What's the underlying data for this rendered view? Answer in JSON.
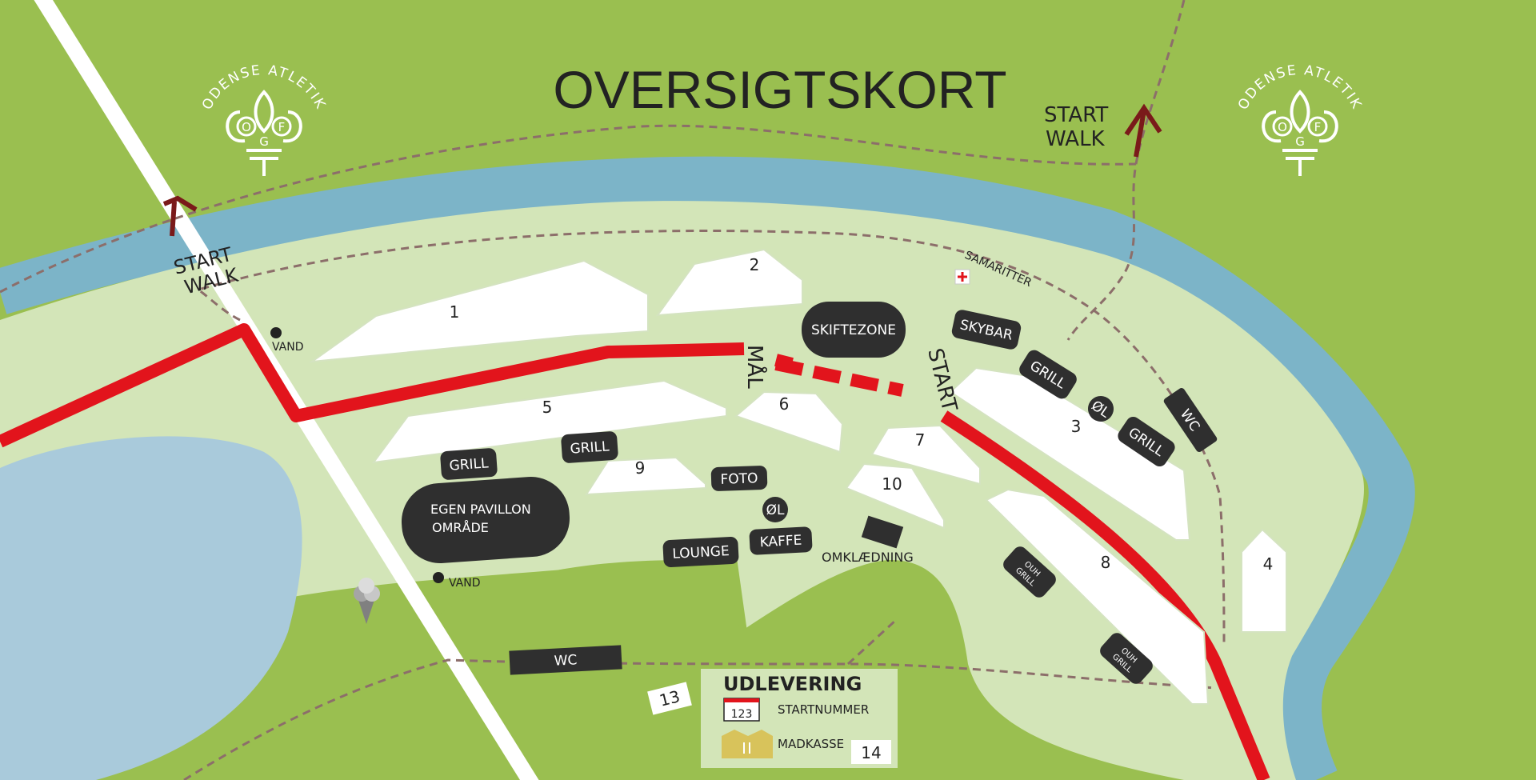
{
  "title": "OVERSIGTSKORT",
  "logo": {
    "text": "ODENSE ATLETIK",
    "letters": [
      "O",
      "G",
      "F"
    ]
  },
  "start_walk": {
    "line1": "START",
    "line2": "WALK"
  },
  "race": {
    "finish": "MÅL",
    "start": "START",
    "change_zone": "SKIFTEZONE"
  },
  "tents": [
    "1",
    "2",
    "3",
    "4",
    "5",
    "6",
    "7",
    "8",
    "9",
    "10"
  ],
  "badges": {
    "grill": "GRILL",
    "skybar": "SKYBAR",
    "ol": "ØL",
    "wc": "WC",
    "foto": "FOTO",
    "kaffe": "KAFFE",
    "lounge": "LOUNGE",
    "ouh": "OUH",
    "pavillon_l1": "EGEN PAVILLON",
    "pavillon_l2": "OMRÅDE"
  },
  "labels": {
    "vand": "VAND",
    "samaritter": "SAMARITTER",
    "omklaedning": "OMKLÆDNING",
    "n13": "13",
    "n14": "14"
  },
  "legend": {
    "title": "UDLEVERING",
    "startnummer": "STARTNUMMER",
    "madkasse": "MADKASSE",
    "number_icon": "123"
  },
  "colors": {
    "grass": "#9abf50",
    "park": "#d3e5b8",
    "river": "#7cb4c8",
    "lake": "#a9cadb",
    "route": "#e2141c",
    "badge": "#2f2f2f",
    "arrow": "#7a1a1a",
    "walk_path": "#8c6e6a"
  }
}
